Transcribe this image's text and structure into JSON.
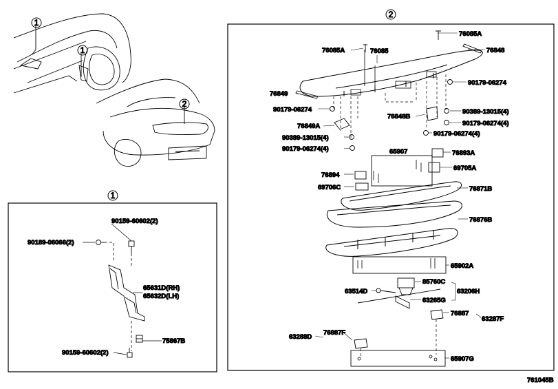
{
  "callouts": {
    "one": "1",
    "two": "2"
  },
  "diagram_id": "761045B",
  "labels_right": {
    "p76085A_a": "76085A",
    "p76085A_b": "76085A",
    "p76085": "76085",
    "p76848": "76848",
    "p76849": "76849",
    "p90179_06274": "90179-06274",
    "p90179_06274_b": "90179-06274",
    "p90389_13015_4_r": "90389-13015(4)",
    "p76848B": "76848B",
    "p90179_06274_4_r1": "90179-06274(4)",
    "p76849A": "76849A",
    "p90179_06274_4_r2": "90179-06274(4)",
    "p90389_13015_4_l": "90389-13015(4)",
    "p90179_06274_4_l": "90179-06274(4)",
    "p65907": "65907",
    "p76893A": "76893A",
    "p76894": "76894",
    "p69705A": "69705A",
    "p69706C": "69706C",
    "p76871B": "76871B",
    "p76876B": "76876B",
    "p65902A": "65902A",
    "p85760C": "85760C",
    "p63514D": "63514D",
    "p63206H": "63206H",
    "p63265G": "63265G",
    "p76887": "76887",
    "p63287F": "63287F",
    "p76887F": "76887F",
    "p63288D": "63288D",
    "p65907G": "65907G"
  },
  "labels_left": {
    "p90159_60602_2_top": "90159-60602(2)",
    "p90189_06066_2": "90189-06066(2)",
    "p65631D": "65631D(RH)",
    "p65632D": "65632D(LH)",
    "p75867B": "75867B",
    "p90159_60602_2_bot": "90159-60602(2)"
  }
}
